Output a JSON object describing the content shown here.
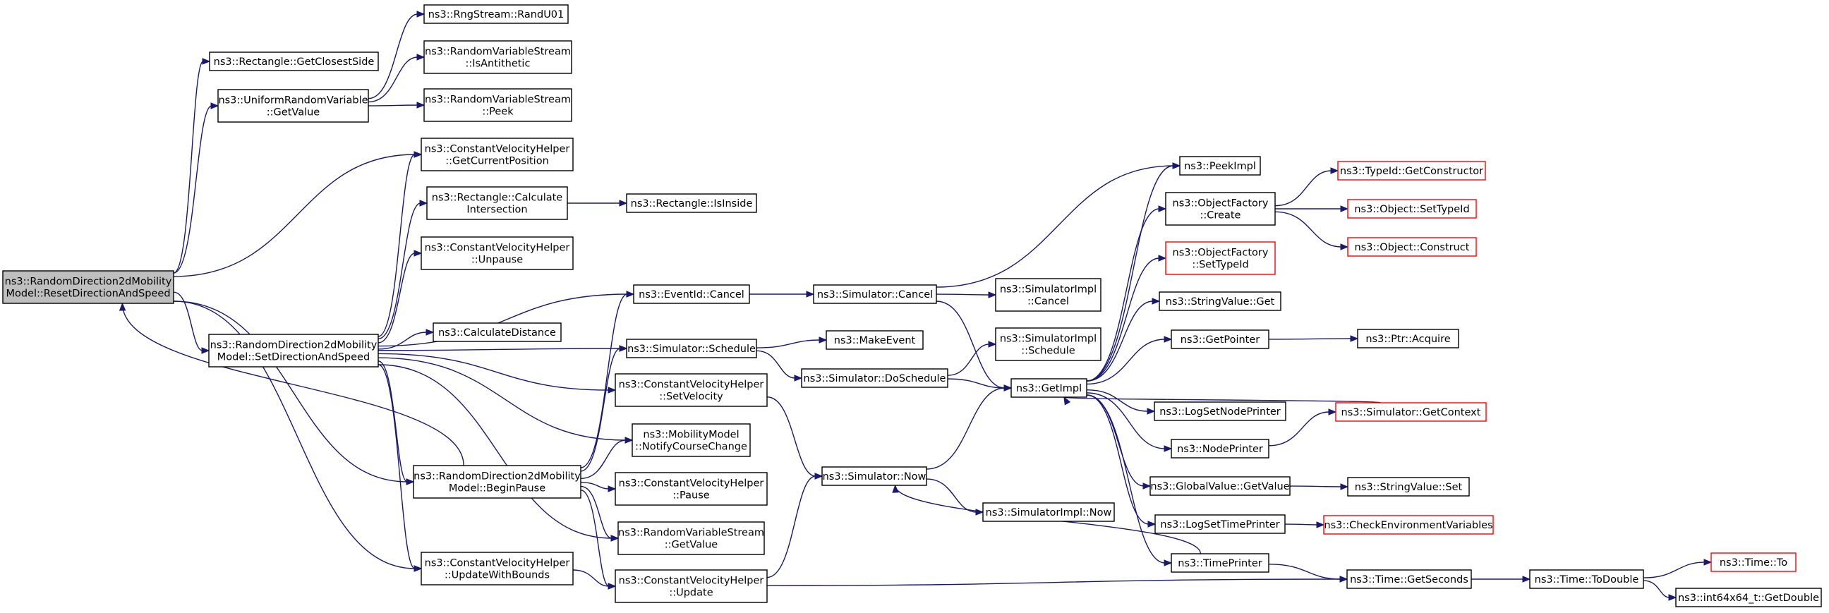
{
  "nodes": {
    "root": {
      "lines": [
        "ns3::RandomDirection2dMobility",
        "Model::ResetDirectionAndSpeed"
      ],
      "style": "root"
    },
    "closestSide": {
      "lines": [
        "ns3::Rectangle::GetClosestSide"
      ]
    },
    "uniformGetValue": {
      "lines": [
        "ns3::UniformRandomVariable",
        "::GetValue"
      ]
    },
    "randU01": {
      "lines": [
        "ns3::RngStream::RandU01"
      ]
    },
    "isAntithetic": {
      "lines": [
        "ns3::RandomVariableStream",
        "::IsAntithetic"
      ]
    },
    "peek": {
      "lines": [
        "ns3::RandomVariableStream",
        "::Peek"
      ]
    },
    "getCurrentPosition": {
      "lines": [
        "ns3::ConstantVelocityHelper",
        "::GetCurrentPosition"
      ]
    },
    "calcIntersection": {
      "lines": [
        "ns3::Rectangle::Calculate",
        "Intersection"
      ]
    },
    "isInside": {
      "lines": [
        "ns3::Rectangle::IsInside"
      ]
    },
    "unpause": {
      "lines": [
        "ns3::ConstantVelocityHelper",
        "::Unpause"
      ]
    },
    "setDirectionAndSpeed": {
      "lines": [
        "ns3::RandomDirection2dMobility",
        "Model::SetDirectionAndSpeed"
      ]
    },
    "calcDistance": {
      "lines": [
        "ns3::CalculateDistance"
      ]
    },
    "eventIdCancel": {
      "lines": [
        "ns3::EventId::Cancel"
      ]
    },
    "simSchedule": {
      "lines": [
        "ns3::Simulator::Schedule"
      ]
    },
    "setVelocity": {
      "lines": [
        "ns3::ConstantVelocityHelper",
        "::SetVelocity"
      ]
    },
    "notifyCourseChange": {
      "lines": [
        "ns3::MobilityModel",
        "::NotifyCourseChange"
      ]
    },
    "beginPause": {
      "lines": [
        "ns3::RandomDirection2dMobility",
        "Model::BeginPause"
      ]
    },
    "cvhPause": {
      "lines": [
        "ns3::ConstantVelocityHelper",
        "::Pause"
      ]
    },
    "rvsGetValue": {
      "lines": [
        "ns3::RandomVariableStream",
        "::GetValue"
      ]
    },
    "updateWithBounds": {
      "lines": [
        "ns3::ConstantVelocityHelper",
        "::UpdateWithBounds"
      ]
    },
    "cvhUpdate": {
      "lines": [
        "ns3::ConstantVelocityHelper",
        "::Update"
      ]
    },
    "simCancel": {
      "lines": [
        "ns3::Simulator::Cancel"
      ]
    },
    "simImplCancel": {
      "lines": [
        "ns3::SimulatorImpl",
        "::Cancel"
      ]
    },
    "makeEvent": {
      "lines": [
        "ns3::MakeEvent"
      ]
    },
    "doSchedule": {
      "lines": [
        "ns3::Simulator::DoSchedule"
      ]
    },
    "simImplSchedule": {
      "lines": [
        "ns3::SimulatorImpl",
        "::Schedule"
      ]
    },
    "simNow": {
      "lines": [
        "ns3::Simulator::Now"
      ]
    },
    "simImplNow": {
      "lines": [
        "ns3::SimulatorImpl::Now"
      ]
    },
    "getImpl": {
      "lines": [
        "ns3::GetImpl"
      ]
    },
    "peekImpl": {
      "lines": [
        "ns3::PeekImpl"
      ]
    },
    "ofCreate": {
      "lines": [
        "ns3::ObjectFactory",
        "::Create"
      ]
    },
    "ofSetTypeId": {
      "lines": [
        "ns3::ObjectFactory",
        "::SetTypeId"
      ],
      "style": "red"
    },
    "stringValueGet": {
      "lines": [
        "ns3::StringValue::Get"
      ]
    },
    "getPointer": {
      "lines": [
        "ns3::GetPointer"
      ]
    },
    "logSetNodePrinter": {
      "lines": [
        "ns3::LogSetNodePrinter"
      ]
    },
    "nodePrinter": {
      "lines": [
        "ns3::NodePrinter"
      ]
    },
    "gvGetValue": {
      "lines": [
        "ns3::GlobalValue::GetValue"
      ]
    },
    "logSetTimePrinter": {
      "lines": [
        "ns3::LogSetTimePrinter"
      ]
    },
    "timePrinter": {
      "lines": [
        "ns3::TimePrinter"
      ]
    },
    "getConstructor": {
      "lines": [
        "ns3::TypeId::GetConstructor"
      ],
      "style": "red"
    },
    "objSetTypeId": {
      "lines": [
        "ns3::Object::SetTypeId"
      ],
      "style": "red"
    },
    "objConstruct": {
      "lines": [
        "ns3::Object::Construct"
      ],
      "style": "red"
    },
    "ptrAcquire": {
      "lines": [
        "ns3::Ptr::Acquire"
      ]
    },
    "simGetContext": {
      "lines": [
        "ns3::Simulator::GetContext"
      ],
      "style": "red"
    },
    "stringValueSet": {
      "lines": [
        "ns3::StringValue::Set"
      ]
    },
    "checkEnv": {
      "lines": [
        "ns3::CheckEnvironmentVariables"
      ],
      "style": "red"
    },
    "timeGetSeconds": {
      "lines": [
        "ns3::Time::GetSeconds"
      ]
    },
    "timeToDouble": {
      "lines": [
        "ns3::Time::ToDouble"
      ]
    },
    "timeTo": {
      "lines": [
        "ns3::Time::To"
      ],
      "style": "red"
    },
    "int64GetDouble": {
      "lines": [
        "ns3::int64x64_t::GetDouble"
      ]
    }
  },
  "edges": [
    [
      "root",
      "closestSide"
    ],
    [
      "root",
      "uniformGetValue"
    ],
    [
      "root",
      "getCurrentPosition"
    ],
    [
      "root",
      "setDirectionAndSpeed"
    ],
    [
      "root",
      "beginPause"
    ],
    [
      "root",
      "updateWithBounds"
    ],
    [
      "uniformGetValue",
      "randU01"
    ],
    [
      "uniformGetValue",
      "isAntithetic"
    ],
    [
      "uniformGetValue",
      "peek"
    ],
    [
      "calcIntersection",
      "isInside"
    ],
    [
      "setDirectionAndSpeed",
      "getCurrentPosition"
    ],
    [
      "setDirectionAndSpeed",
      "calcIntersection"
    ],
    [
      "setDirectionAndSpeed",
      "unpause"
    ],
    [
      "setDirectionAndSpeed",
      "calcDistance"
    ],
    [
      "setDirectionAndSpeed",
      "eventIdCancel"
    ],
    [
      "setDirectionAndSpeed",
      "simSchedule"
    ],
    [
      "setDirectionAndSpeed",
      "setVelocity"
    ],
    [
      "setDirectionAndSpeed",
      "notifyCourseChange"
    ],
    [
      "setDirectionAndSpeed",
      "beginPause"
    ],
    [
      "setDirectionAndSpeed",
      "rvsGetValue"
    ],
    [
      "setDirectionAndSpeed",
      "updateWithBounds"
    ],
    [
      "beginPause",
      "root"
    ],
    [
      "beginPause",
      "eventIdCancel"
    ],
    [
      "beginPause",
      "simSchedule"
    ],
    [
      "beginPause",
      "notifyCourseChange"
    ],
    [
      "beginPause",
      "cvhPause"
    ],
    [
      "beginPause",
      "rvsGetValue"
    ],
    [
      "beginPause",
      "cvhUpdate"
    ],
    [
      "updateWithBounds",
      "cvhUpdate"
    ],
    [
      "cvhUpdate",
      "simNow"
    ],
    [
      "cvhUpdate",
      "timeGetSeconds"
    ],
    [
      "setVelocity",
      "simNow"
    ],
    [
      "eventIdCancel",
      "simCancel"
    ],
    [
      "simSchedule",
      "makeEvent"
    ],
    [
      "simSchedule",
      "doSchedule"
    ],
    [
      "simCancel",
      "simImplCancel"
    ],
    [
      "simCancel",
      "peekImpl"
    ],
    [
      "simCancel",
      "getImpl"
    ],
    [
      "doSchedule",
      "simImplSchedule"
    ],
    [
      "doSchedule",
      "getImpl"
    ],
    [
      "simNow",
      "getImpl"
    ],
    [
      "simNow",
      "simImplNow"
    ],
    [
      "getImpl",
      "peekImpl"
    ],
    [
      "getImpl",
      "ofCreate"
    ],
    [
      "getImpl",
      "ofSetTypeId"
    ],
    [
      "getImpl",
      "stringValueGet"
    ],
    [
      "getImpl",
      "getPointer"
    ],
    [
      "getImpl",
      "logSetNodePrinter"
    ],
    [
      "getImpl",
      "nodePrinter"
    ],
    [
      "getImpl",
      "gvGetValue"
    ],
    [
      "getImpl",
      "logSetTimePrinter"
    ],
    [
      "getImpl",
      "timePrinter"
    ],
    [
      "ofCreate",
      "getConstructor"
    ],
    [
      "ofCreate",
      "objSetTypeId"
    ],
    [
      "ofCreate",
      "objConstruct"
    ],
    [
      "getPointer",
      "ptrAcquire"
    ],
    [
      "nodePrinter",
      "simGetContext"
    ],
    [
      "simGetContext",
      "getImpl"
    ],
    [
      "gvGetValue",
      "stringValueSet"
    ],
    [
      "logSetTimePrinter",
      "checkEnv"
    ],
    [
      "timePrinter",
      "simNow"
    ],
    [
      "timePrinter",
      "timeGetSeconds"
    ],
    [
      "timeGetSeconds",
      "timeToDouble"
    ],
    [
      "timeToDouble",
      "timeTo"
    ],
    [
      "timeToDouble",
      "int64GetDouble"
    ]
  ]
}
